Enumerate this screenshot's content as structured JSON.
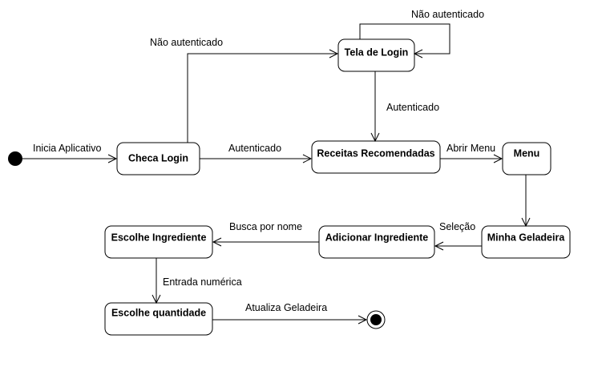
{
  "states": {
    "checa_login": "Checa Login",
    "tela_de_login": "Tela de Login",
    "receitas_recomendadas": "Receitas Recomendadas",
    "menu": "Menu",
    "minha_geladeira": "Minha Geladeira",
    "adicionar_ingrediente": "Adicionar Ingrediente",
    "escolhe_ingrediente": "Escolhe Ingrediente",
    "escolhe_quantidade": "Escolhe quantidade"
  },
  "transitions": {
    "inicia_aplicativo": "Inicia Aplicativo",
    "nao_autenticado_checa": "Não autenticado",
    "nao_autenticado_self": "Não autenticado",
    "autenticado_login": "Autenticado",
    "autenticado_checa": "Autenticado",
    "abrir_menu": "Abrir Menu",
    "selecao": "Seleção",
    "busca_por_nome": "Busca por nome",
    "entrada_numerica": "Entrada numérica",
    "atualiza_geladeira": "Atualiza Geladeira"
  }
}
